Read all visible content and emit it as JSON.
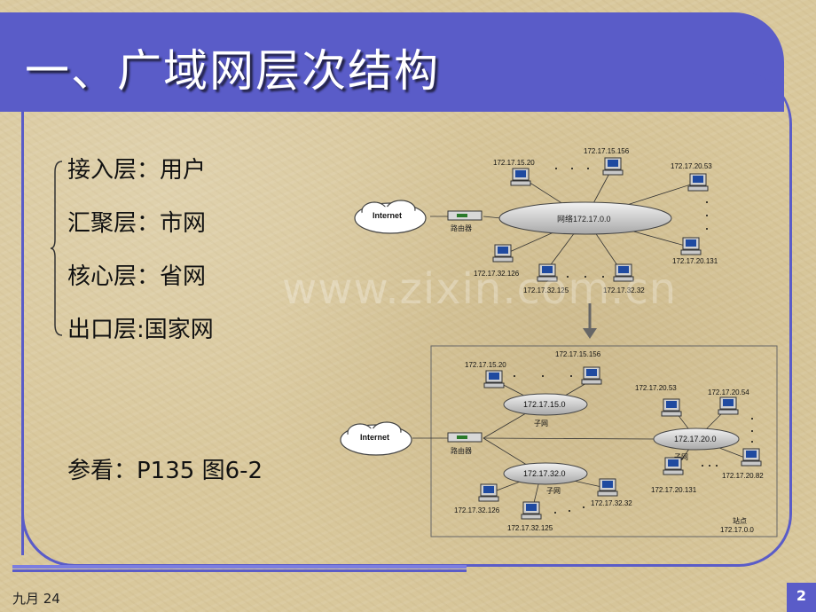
{
  "title": "一、广域网层次结构",
  "layers": [
    "接入层：用户",
    "汇聚层：市网",
    "核心层：省网",
    "出口层:国家网"
  ],
  "reference": "参看：P135 图6-2",
  "watermark": "www.zixin.com.cn",
  "footer": {
    "date": "九月 24",
    "page": "2"
  },
  "colors": {
    "accent": "#5a5cc8",
    "background": "#d9c89c"
  },
  "diagram_top": {
    "internet": "Internet",
    "router": "路由器",
    "network": "网络172.17.0.0",
    "hosts": [
      "172.17.15.20",
      "172.17.15.156",
      "172.17.20.53",
      "172.17.20.131",
      "172.17.32.126",
      "172.17.32.125",
      "172.17.32.32"
    ]
  },
  "diagram_bottom": {
    "internet": "Internet",
    "router": "路由器",
    "subnets": [
      "172.17.15.0",
      "172.17.20.0",
      "172.17.32.0"
    ],
    "subnet_label": "子网",
    "hosts": [
      "172.17.15.156",
      "172.17.15.20",
      "172.17.20.53",
      "172.17.20.54",
      "172.17.20.131",
      "172.17.20.82",
      "172.17.32.126",
      "172.17.32.32",
      "172.17.32.125"
    ],
    "site_label": "站点",
    "site_network": "172.17.0.0"
  }
}
